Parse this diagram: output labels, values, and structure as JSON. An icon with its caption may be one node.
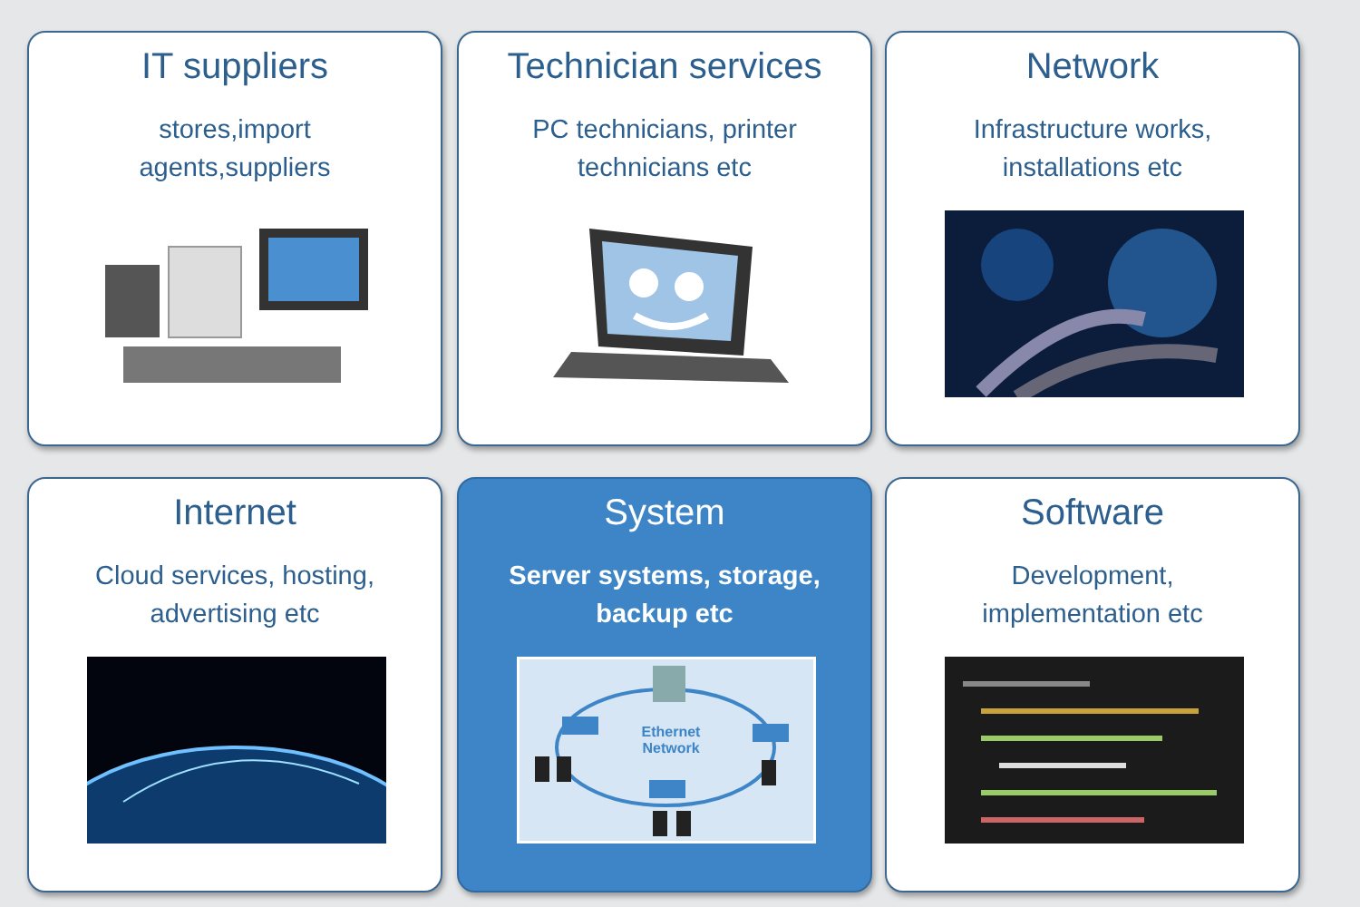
{
  "diagram": {
    "nodes": [
      {
        "text": [
          "IT suppliers",
          "stores,import agents,suppliers"
        ]
      },
      {
        "text": [
          "Technician services",
          "PC technicians, printer technicians etc"
        ]
      },
      {
        "text": [
          "Network",
          "Infrastructure works, installations etc"
        ]
      },
      {
        "text": [
          "Internet",
          "Cloud services, hosting, advertising etc"
        ]
      },
      {
        "text": [
          "System",
          "Server systems, storage, backup etc"
        ]
      },
      {
        "text": [
          "Software",
          "Development, implementation etc"
        ]
      }
    ],
    "edges": [],
    "labels": [
      "Ethernet Network"
    ]
  }
}
